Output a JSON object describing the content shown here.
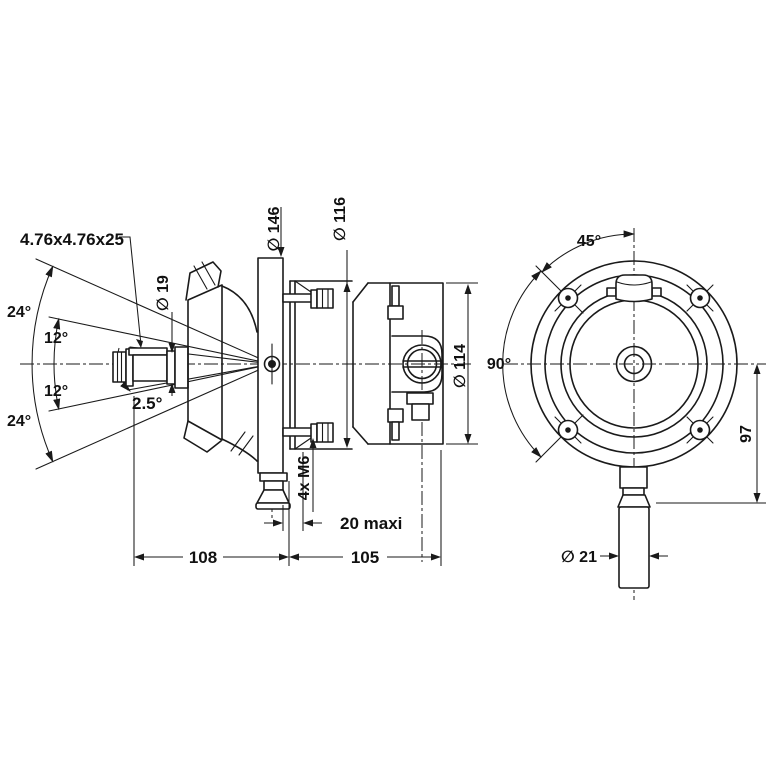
{
  "drawing": {
    "labels": {
      "key_spec": "4.76x4.76x25",
      "angle_24_top": "24°",
      "angle_12_top": "12°",
      "angle_12_bottom": "12°",
      "angle_24_bottom": "24°",
      "angle_tilt": "2.5°",
      "dia_shaft": "∅ 19",
      "dia_flange": "∅ 146",
      "dia_boss": "∅ 116",
      "dia_body": "∅ 114",
      "studs": "4x M6",
      "panel_max": "20 maxi",
      "len_front": "108",
      "len_rear": "105",
      "angle_45": "45°",
      "angle_90": "90°",
      "height_97": "97",
      "dia_stem": "∅ 21"
    },
    "line_color": "#1a1a1a",
    "background": "#ffffff"
  }
}
